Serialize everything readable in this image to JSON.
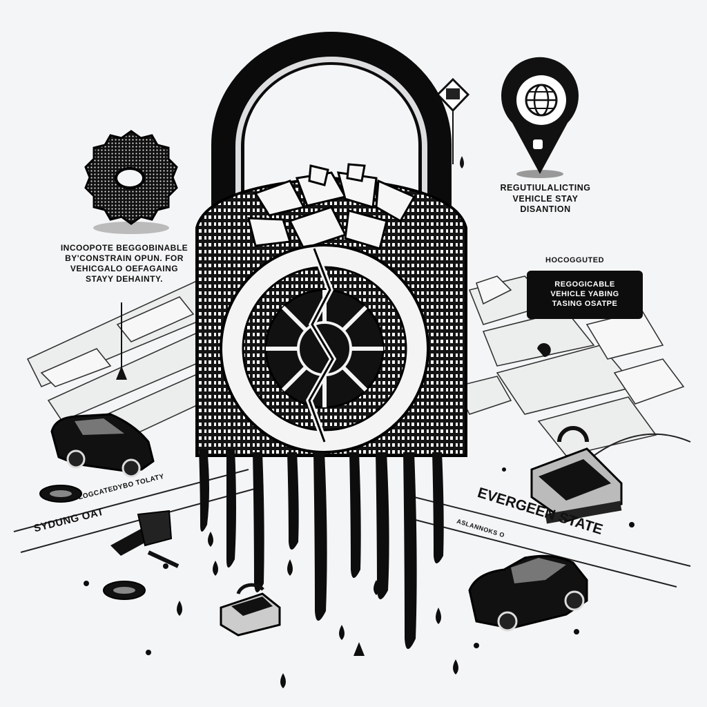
{
  "callouts": {
    "left": {
      "lines": [
        "INCOOPOTE BEGGOBINABLE",
        "BY'CONSTRAIN OPUN.  FOR",
        "VEHICGALO OEFAGAING",
        "STAYY DEHAINTY."
      ]
    },
    "right": {
      "lines": [
        "REGUTIULALICTING",
        "VEHICLE STAY",
        "DISANTION"
      ]
    },
    "small_title": "HOCOGGUTED",
    "dark_box": {
      "lines": [
        "REGOGICABLE",
        "VEHICLE YABING",
        "TASING OSATPE"
      ]
    }
  },
  "roads": {
    "left_main": "SYDUNG OAT",
    "left_small": "LOGCATEDYBO TOLATY",
    "right_main": "EVERGEEN STATE",
    "right_small": "ASLANNOKS O"
  },
  "icons": [
    "padlock-icon",
    "gear-seal-icon",
    "globe-location-pin-icon",
    "small-map-marker-icon",
    "car-icon",
    "tire-icon",
    "road-barrier-icon",
    "small-padlock-icon",
    "cable-icon"
  ],
  "colors": {
    "ink": "#111111",
    "background": "#f4f5f6",
    "map_block": "#e9eaeb",
    "drip": "#0d0d0d"
  }
}
